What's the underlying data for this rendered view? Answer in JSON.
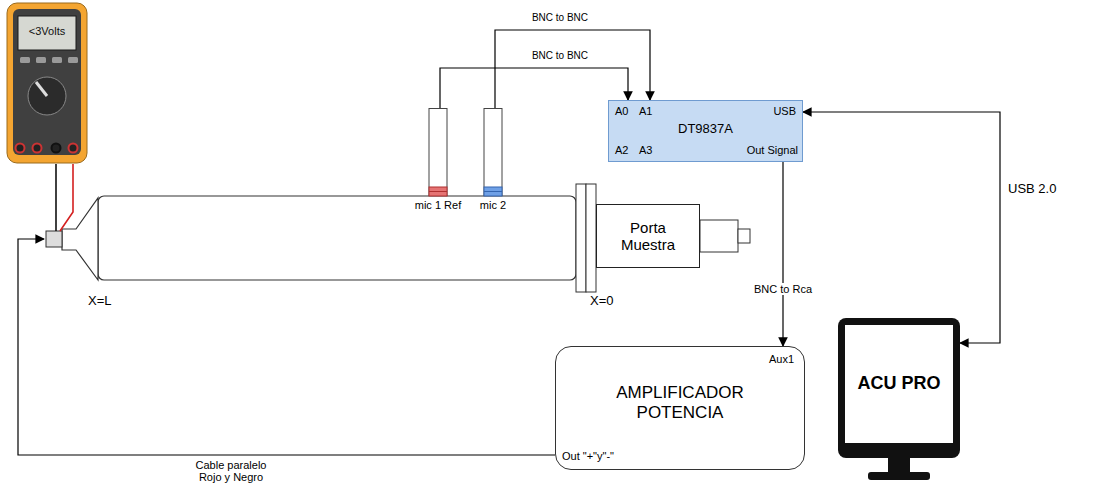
{
  "diagram": {
    "nodes": [
      {
        "text": [
          "<3Volts"
        ]
      },
      {
        "text": [
          "mic 1 Ref"
        ]
      },
      {
        "text": [
          "mic 2"
        ]
      },
      {
        "text": [
          "A0",
          "A1",
          "USB",
          "DT9837A",
          "A2",
          "A3",
          "Out Signal"
        ]
      },
      {
        "text": [
          "Porta Muestra"
        ]
      },
      {
        "text": [
          "Aux1",
          "AMPLIFICADOR POTENCIA",
          "Out \"+\"y\"-\""
        ]
      },
      {
        "text": [
          "ACU PRO"
        ]
      }
    ],
    "edges": [
      {
        "from": 1,
        "to": 3,
        "arrow": "to",
        "label": "BNC to BNC"
      },
      {
        "from": 2,
        "to": 3,
        "arrow": "to",
        "label": "BNC to BNC"
      },
      {
        "from": 3,
        "to": 5,
        "arrow": "to",
        "label": "BNC to Rca"
      },
      {
        "from": 3,
        "to": 6,
        "arrow": "both",
        "label": "USB 2.0"
      }
    ],
    "labels": [
      "X=L",
      "X=0",
      "Cable paralelo Rojo y Negro"
    ]
  }
}
